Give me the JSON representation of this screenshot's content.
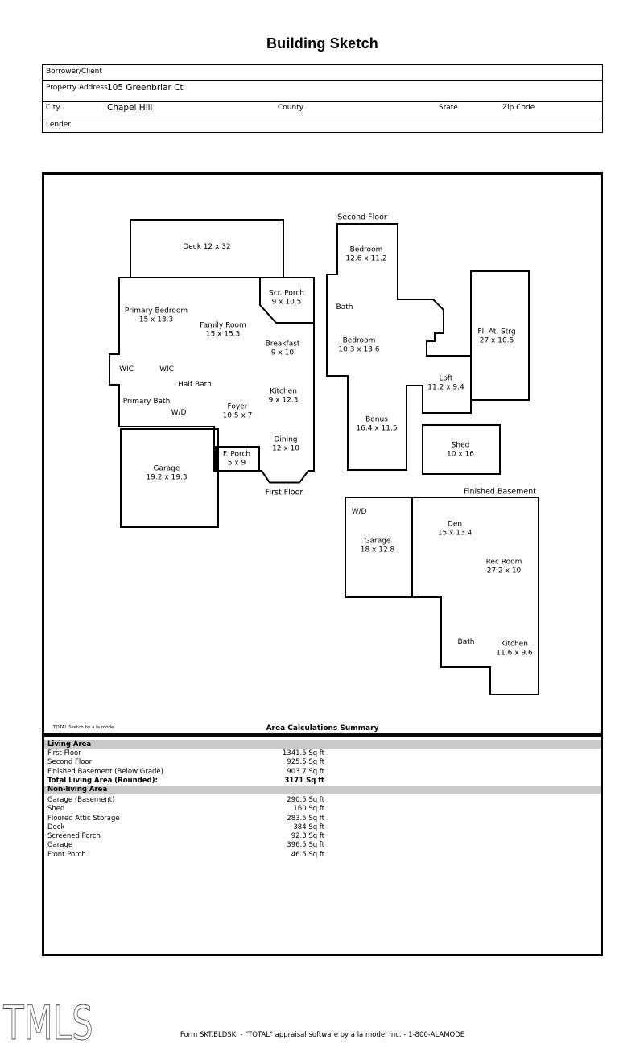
{
  "title": "Building Sketch",
  "form": {
    "borrower_label": "Borrower/Client",
    "property_label": "Property Address",
    "property_value": "105 Greenbriar Ct",
    "city_label": "City",
    "city_value": "Chapel Hill",
    "county_label": "County",
    "state_label": "State",
    "zip_label": "Zip Code",
    "lender_label": "Lender"
  },
  "sketch": {
    "first_floor": {
      "caption": "First Floor",
      "deck": {
        "name": "Deck 12 x 32"
      },
      "scr_porch": {
        "name": "Scr. Porch",
        "dims": "9 x 10.5"
      },
      "primary_bedroom": {
        "name": "Primary Bedroom",
        "dims": "15 x 13.3"
      },
      "family_room": {
        "name": "Family Room",
        "dims": "15 x 15.3"
      },
      "breakfast": {
        "name": "Breakfast",
        "dims": "9 x 10"
      },
      "wic1": {
        "name": "WIC"
      },
      "wic2": {
        "name": "WIC"
      },
      "half_bath": {
        "name": "Half Bath"
      },
      "primary_bath": {
        "name": "Primary Bath"
      },
      "wd": {
        "name": "W/D"
      },
      "foyer": {
        "name": "Foyer",
        "dims": "10.5 x 7"
      },
      "kitchen": {
        "name": "Kitchen",
        "dims": "9 x 12.3"
      },
      "dining": {
        "name": "Dining",
        "dims": "12 x 10"
      },
      "garage": {
        "name": "Garage",
        "dims": "19.2 x 19.3"
      },
      "f_porch": {
        "name": "F. Porch",
        "dims": "5 x 9"
      }
    },
    "second_floor": {
      "caption": "Second Floor",
      "bedroom1": {
        "name": "Bedroom",
        "dims": "12.6 x 11.2"
      },
      "bath": {
        "name": "Bath"
      },
      "bedroom2": {
        "name": "Bedroom",
        "dims": "10.3 x 13.6"
      },
      "loft": {
        "name": "Loft",
        "dims": "11.2 x 9.4"
      },
      "bonus": {
        "name": "Bonus",
        "dims": "16.4 x 11.5"
      },
      "fl_at_strg": {
        "name": "Fl. At. Strg",
        "dims": "27 x 10.5"
      },
      "shed": {
        "name": "Shed",
        "dims": "10 x 16"
      }
    },
    "basement": {
      "caption": "Finished Basement",
      "wd": {
        "name": "W/D"
      },
      "garage": {
        "name": "Garage",
        "dims": "18 x 12.8"
      },
      "den": {
        "name": "Den",
        "dims": "15 x 13.4"
      },
      "rec_room": {
        "name": "Rec Room",
        "dims": "27.2 x 10"
      },
      "bath": {
        "name": "Bath"
      },
      "kitchen": {
        "name": "Kitchen",
        "dims": "11.6 x 9.6"
      }
    },
    "attribution": "TOTAL Sketch by a la mode"
  },
  "summary": {
    "header": "Area Calculations Summary",
    "living": {
      "band": "Living Area",
      "rows": [
        {
          "label": "First Floor",
          "value": "1341.5 Sq ft"
        },
        {
          "label": "Second Floor",
          "value": "925.5 Sq ft"
        },
        {
          "label": "Finished Basement (Below Grade)",
          "value": "903.7 Sq ft"
        },
        {
          "label": "Total Living Area (Rounded):",
          "value": "3171 Sq ft"
        }
      ]
    },
    "nonliving": {
      "band": "Non-living Area",
      "rows": [
        {
          "label": "Garage (Basement)",
          "value": "290.5 Sq ft"
        },
        {
          "label": "Shed",
          "value": "160 Sq ft"
        },
        {
          "label": "Floored Attic Storage",
          "value": "283.5 Sq ft"
        },
        {
          "label": "Deck",
          "value": "384 Sq ft"
        },
        {
          "label": "Screened Porch",
          "value": "92.3 Sq ft"
        },
        {
          "label": "Garage",
          "value": "396.5 Sq ft"
        },
        {
          "label": "Front Porch",
          "value": "46.5 Sq ft"
        }
      ]
    }
  },
  "footer": {
    "logo": "TMLS",
    "form_line": "Form SKT.BLDSKI - \"TOTAL\" appraisal software by a la mode, inc. - 1-800-ALAMODE"
  }
}
